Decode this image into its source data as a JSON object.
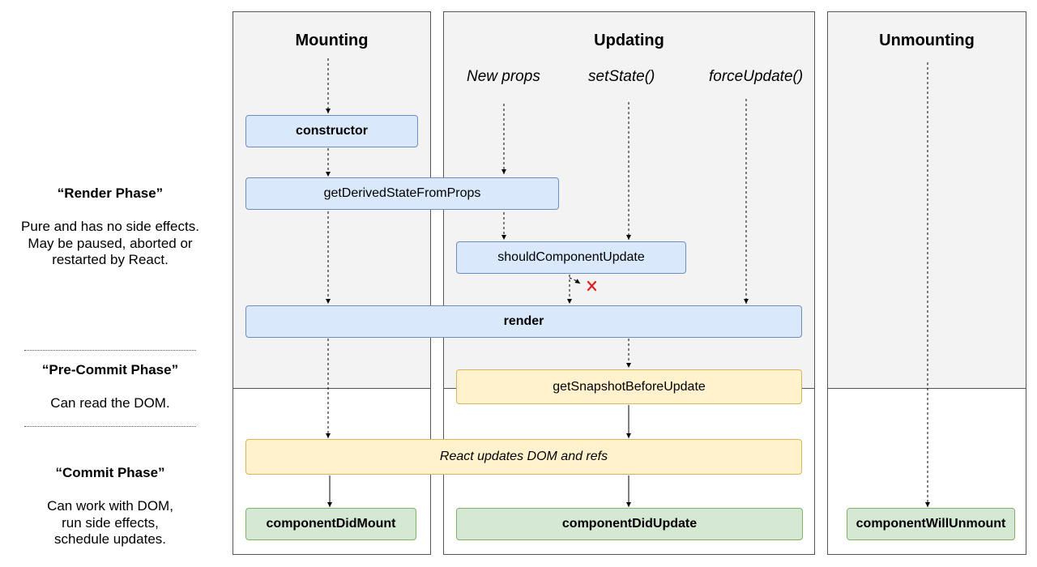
{
  "phases": {
    "render": {
      "title": "“Render Phase”",
      "desc_1": "Pure and has no side effects.",
      "desc_2": "May be paused, aborted or",
      "desc_3": "restarted by React."
    },
    "precommit": {
      "title": "“Pre-Commit Phase”",
      "desc_1": "Can read the DOM."
    },
    "commit": {
      "title": "“Commit Phase”",
      "desc_1": "Can work with DOM,",
      "desc_2": "run side effects,",
      "desc_3": "schedule updates."
    }
  },
  "columns": {
    "mounting": "Mounting",
    "updating": "Updating",
    "unmounting": "Unmounting"
  },
  "triggers": {
    "new_props": "New props",
    "set_state": "setState()",
    "force_update": "forceUpdate()"
  },
  "methods": {
    "constructor": "constructor",
    "get_derived_state": "getDerivedStateFromProps",
    "should_component_update": "shouldComponentUpdate",
    "render": "render",
    "get_snapshot": "getSnapshotBeforeUpdate",
    "react_updates_dom": "React updates DOM and refs",
    "component_did_mount": "componentDidMount",
    "component_did_update": "componentDidUpdate",
    "component_will_unmount": "componentWillUnmount"
  },
  "colors": {
    "render_phase_box": "#dae8fc",
    "commit_dom_box": "#fff2cc",
    "lifecycle_done_box": "#d5e8d4",
    "cancel_mark": "#e02020"
  }
}
